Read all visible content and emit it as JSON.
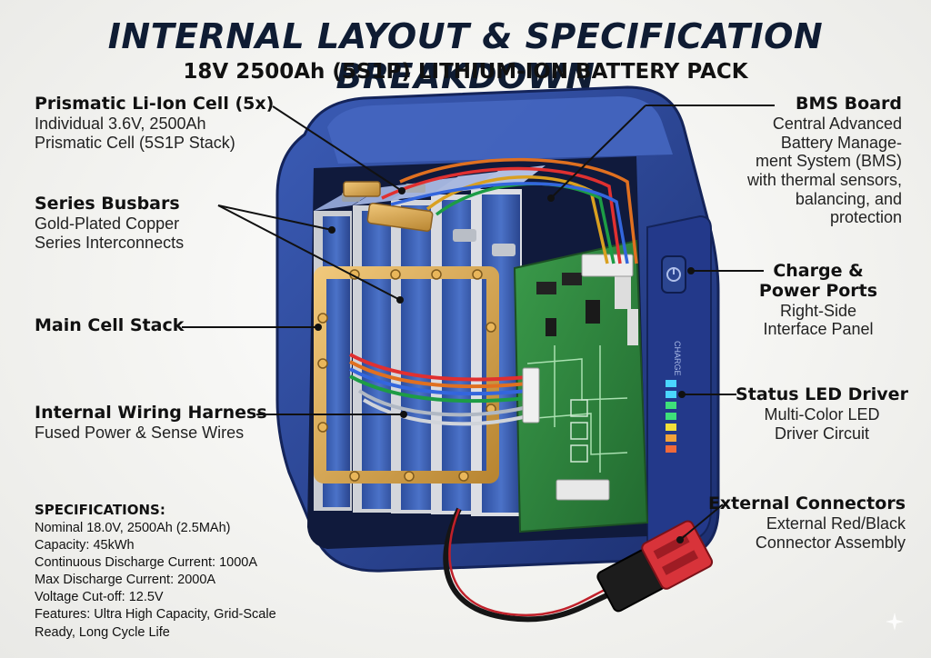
{
  "header": {
    "title": "INTERNAL LAYOUT & SPECIFICATION BREAKDOWN",
    "subtitle": "18V 2500Ah (5S1P) LITHIUM-ION BATTERY PACK"
  },
  "callouts": {
    "cell": {
      "heading": "Prismatic Li-Ion Cell (5x)",
      "line1": "Individual 3.6V, 2500Ah",
      "line2": "Prismatic Cell (5S1P Stack)"
    },
    "busbars": {
      "heading": "Series Busbars",
      "line1": "Gold-Plated Copper",
      "line2": "Series Interconnects"
    },
    "stack": {
      "heading": "Main Cell Stack"
    },
    "harness": {
      "heading": "Internal Wiring Harness",
      "line1": "Fused Power & Sense Wires"
    },
    "bms": {
      "heading": "BMS Board",
      "line1": "Central Advanced",
      "line2": "Battery Manage-",
      "line3": "ment System (BMS)",
      "line4": "with thermal sensors,",
      "line5": "balancing, and",
      "line6": "protection"
    },
    "ports": {
      "heading1": "Charge &",
      "heading2": "Power Ports",
      "line1": "Right-Side",
      "line2": "Interface Panel"
    },
    "led": {
      "heading": "Status LED Driver",
      "line1": "Multi-Color LED",
      "line2": "Driver Circuit"
    },
    "connectors": {
      "heading": "External Connectors",
      "line1": "External Red/Black",
      "line2": "Connector Assembly"
    }
  },
  "device": {
    "port_label": "CHARGE"
  },
  "specs": {
    "heading": "SPECIFICATIONS:",
    "lines": [
      "Nominal 18.0V, 2500Ah (2.5MAh)",
      "Capacity: 45kWh",
      "Continuous Discharge Current: 1000A",
      "Max Discharge Current: 2000A",
      "Voltage Cut-off: 12.5V",
      "Features: Ultra High Capacity, Grid-Scale",
      "Ready, Long Cycle Life"
    ]
  },
  "colors": {
    "housing": "#2b4a9e",
    "housing_dark": "#1b2f6e",
    "cell": "#3a5fb8",
    "busbar": "#d9a54a",
    "pcb": "#2f8a3e",
    "connector": "#d8333a"
  }
}
